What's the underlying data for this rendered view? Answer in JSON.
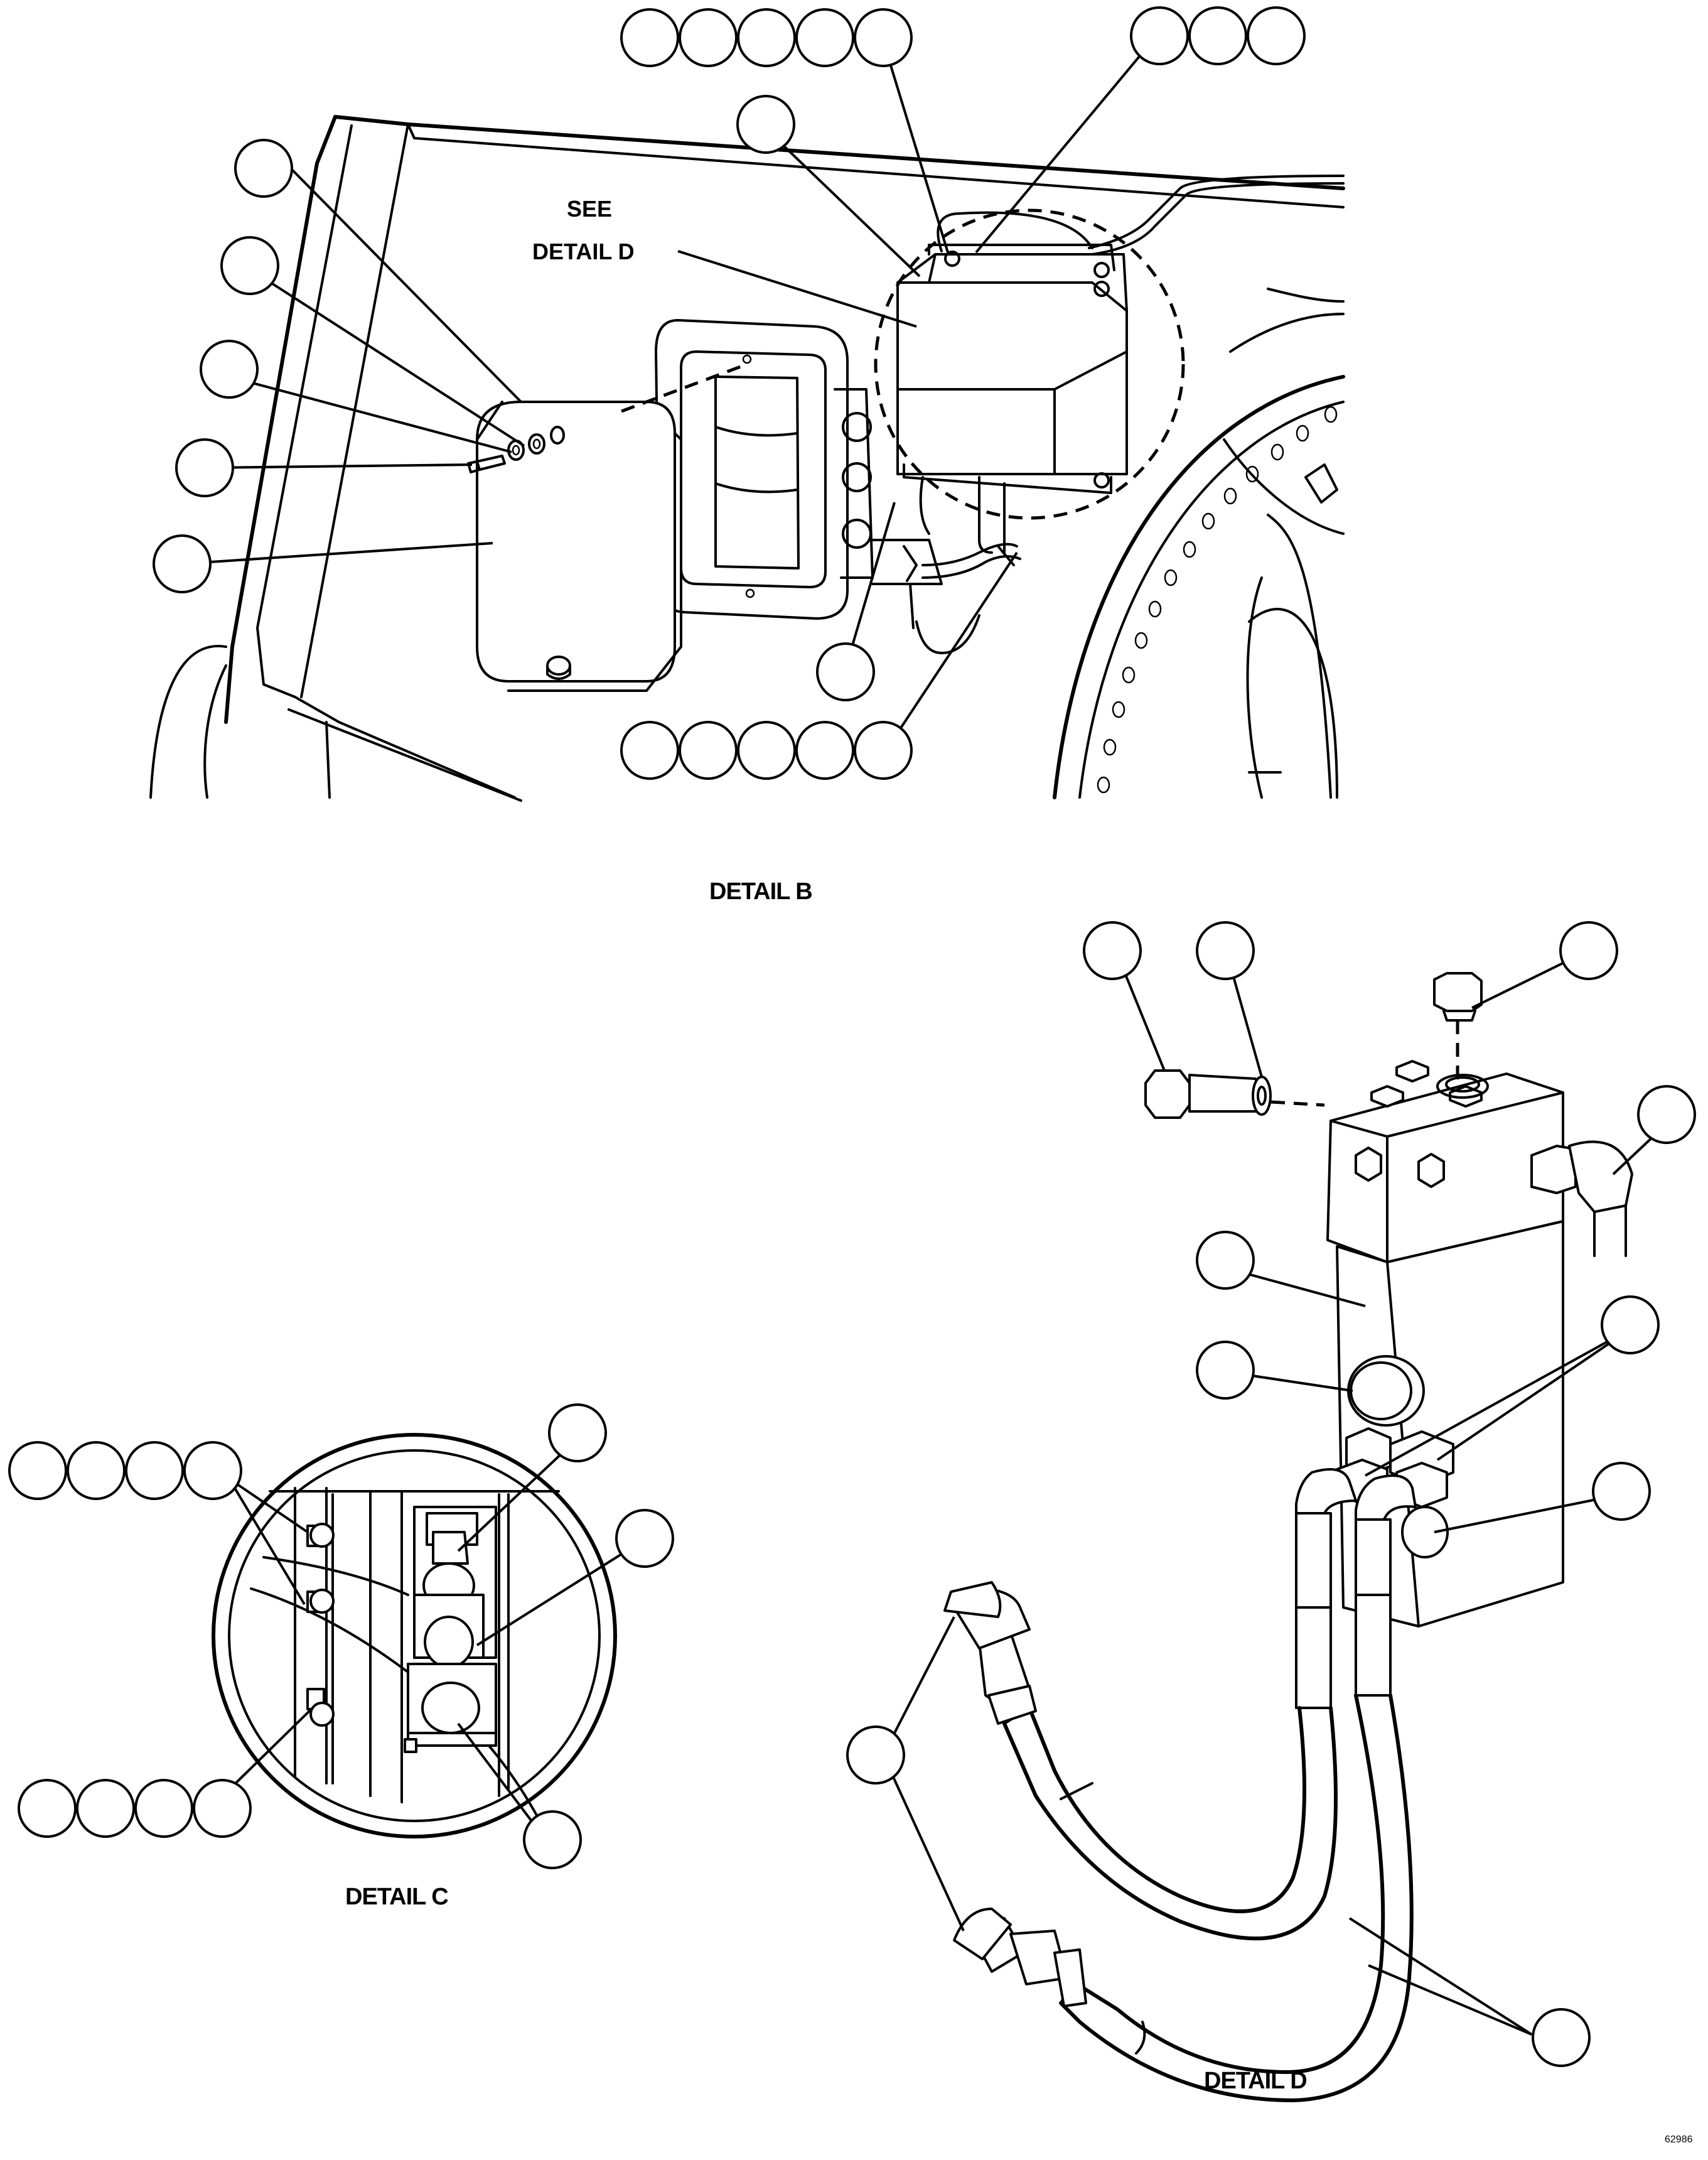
{
  "labels": {
    "see_detail_d_line1": "SEE",
    "see_detail_d_line2": "DETAIL D",
    "detail_b": "DETAIL B",
    "detail_c": "DETAIL C",
    "detail_d": "DETAIL D",
    "figure_number": "62986"
  }
}
